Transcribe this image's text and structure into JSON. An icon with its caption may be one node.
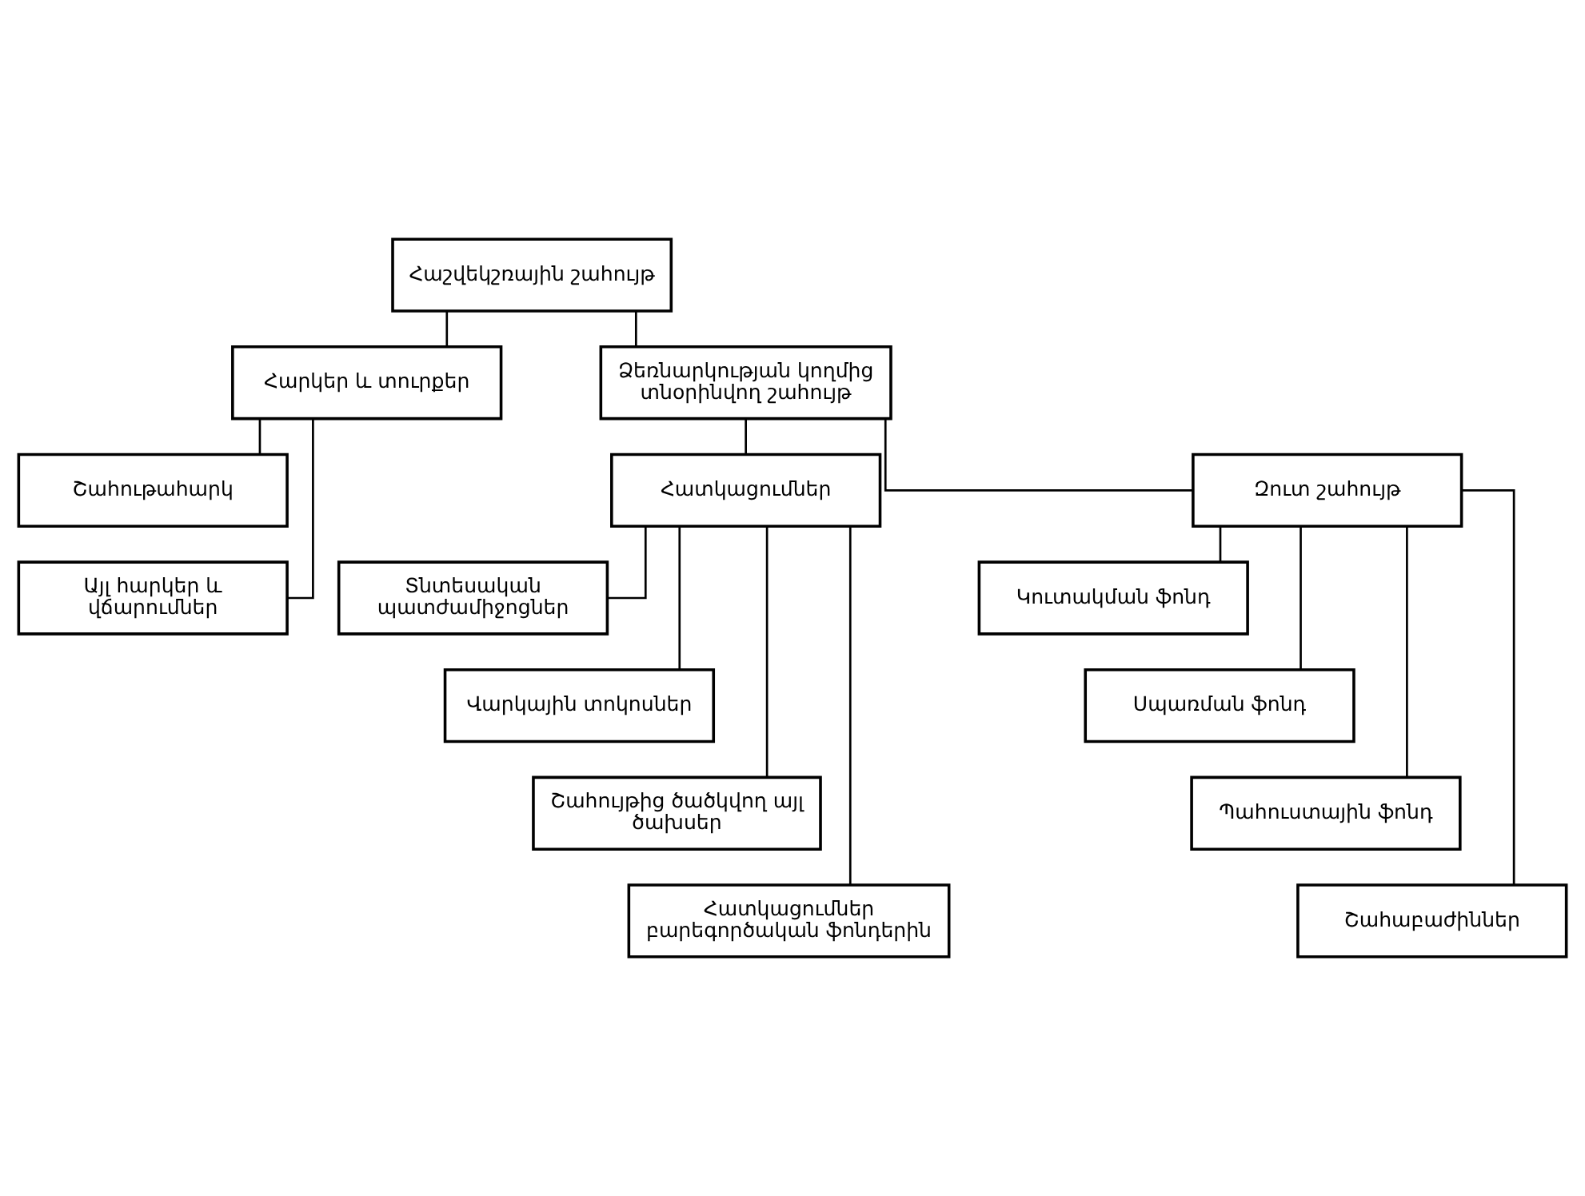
{
  "diagram": {
    "nodes": [
      {
        "text": [
          "Հաշվեկշռային շահույթ"
        ]
      },
      {
        "text": [
          "Հարկեր և տուրքեր"
        ]
      },
      {
        "text": [
          "Ձեռնարկության կողմից տնօրինվող շահույթ"
        ]
      },
      {
        "text": [
          "Շահութահարկ"
        ]
      },
      {
        "text": [
          "Այլ հարկեր և վճարումներ"
        ]
      },
      {
        "text": [
          "Հատկացումներ"
        ]
      },
      {
        "text": [
          "Զուտ շահույթ"
        ]
      },
      {
        "text": [
          "Տնտեսական պատժամիջոցներ"
        ]
      },
      {
        "text": [
          "Վարկային տոկոսներ"
        ]
      },
      {
        "text": [
          "Շահույթից ծածկվող այլ ծախսեր"
        ]
      },
      {
        "text": [
          "Հատկացումներ բարեգործական ֆոնդերին"
        ]
      },
      {
        "text": [
          "Կուտակման ֆոնդ"
        ]
      },
      {
        "text": [
          "Սպառման ֆոնդ"
        ]
      },
      {
        "text": [
          "Պահուստային ֆոնդ"
        ]
      },
      {
        "text": [
          "Շահաբաժիններ"
        ]
      }
    ],
    "edges": [
      {
        "from": 0,
        "to": 1,
        "arrow": "none"
      },
      {
        "from": 0,
        "to": 2,
        "arrow": "none"
      },
      {
        "from": 1,
        "to": 3,
        "arrow": "none"
      },
      {
        "from": 1,
        "to": 4,
        "arrow": "none"
      },
      {
        "from": 2,
        "to": 5,
        "arrow": "none"
      },
      {
        "from": 2,
        "to": 6,
        "arrow": "none"
      },
      {
        "from": 5,
        "to": 7,
        "arrow": "none"
      },
      {
        "from": 5,
        "to": 8,
        "arrow": "none"
      },
      {
        "from": 5,
        "to": 9,
        "arrow": "none"
      },
      {
        "from": 5,
        "to": 10,
        "arrow": "none"
      },
      {
        "from": 6,
        "to": 11,
        "arrow": "none"
      },
      {
        "from": 6,
        "to": 12,
        "arrow": "none"
      },
      {
        "from": 6,
        "to": 13,
        "arrow": "none"
      },
      {
        "from": 6,
        "to": 14,
        "arrow": "none"
      }
    ]
  }
}
